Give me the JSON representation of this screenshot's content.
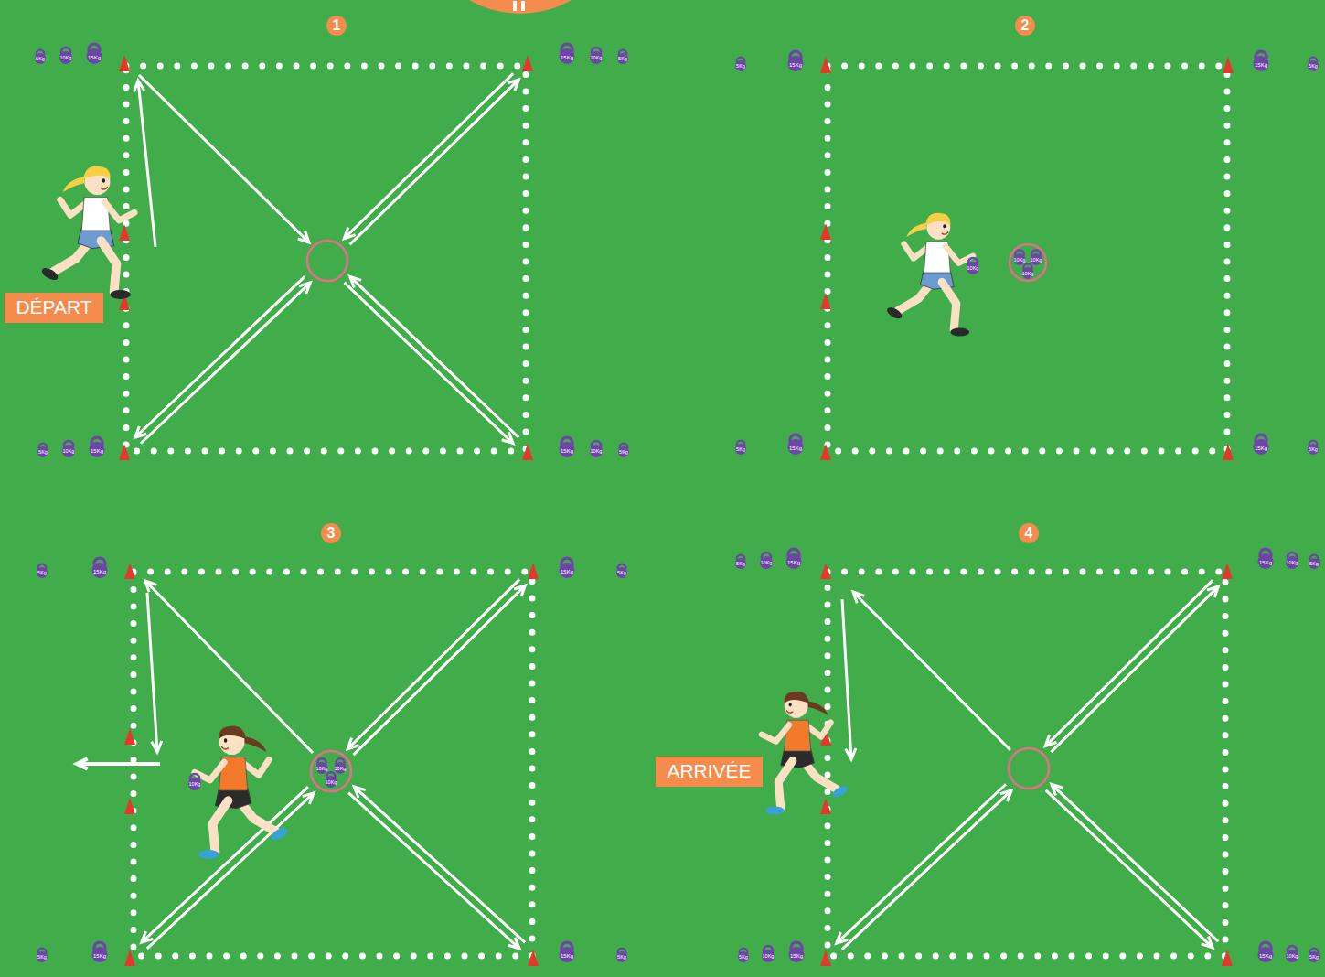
{
  "diagram": {
    "nodes": [
      {
        "text": [
          "1"
        ]
      },
      {
        "text": [
          "2"
        ]
      },
      {
        "text": [
          "DÉPART"
        ]
      },
      {
        "text": [
          "3"
        ]
      },
      {
        "text": [
          "4"
        ]
      },
      {
        "text": [
          "ARRIVÉE"
        ]
      }
    ],
    "labels": [
      "5Kg",
      "10Kg",
      "15Kg",
      "15Kg",
      "10Kg",
      "5Kg",
      "5Kg",
      "10Kg",
      "15Kg",
      "15Kg",
      "10Kg",
      "5Kg",
      "5Kg",
      "15Kg",
      "15Kg",
      "5Kg",
      "10Kg",
      "10Kg",
      "10Kg",
      "10Kg",
      "5Kg",
      "15Kg",
      "15Kg",
      "5Kg",
      "5Kg",
      "15Kg",
      "15Kg",
      "5Kg",
      "10Kg",
      "10Kg",
      "10Kg",
      "10Kg",
      "5Kg",
      "15Kg",
      "15Kg",
      "5Kg",
      "5Kg",
      "10Kg",
      "15Kg",
      "15Kg",
      "10Kg",
      "5Kg",
      "5Kg",
      "10Kg",
      "15Kg",
      "15Kg",
      "10Kg",
      "5Kg"
    ]
  }
}
